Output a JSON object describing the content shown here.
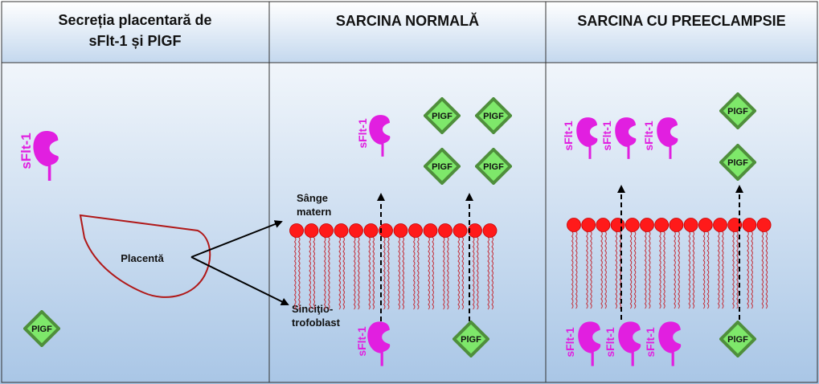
{
  "panels": [
    {
      "title_line1": "Secreția placentară de",
      "title_line2": "sFlt-1 și PlGF"
    },
    {
      "title_line1": "SARCINA NORMALĂ",
      "title_line2": ""
    },
    {
      "title_line1": "SARCINA CU PREECLAMPSIE",
      "title_line2": ""
    }
  ],
  "labels": {
    "sflt": "sFlt-1",
    "plgf": "PlGF",
    "placenta": "Placentă",
    "maternal_blood_line1": "Sânge",
    "maternal_blood_line2": "matern",
    "syncytio_line1": "Sinciţio-",
    "syncytio_line2": "trofoblast"
  },
  "colors": {
    "background_top": "#ffffff",
    "background_bottom": "#a9c6e6",
    "sflt": "#e11fe0",
    "plgf_fill": "#7ee86a",
    "plgf_stroke": "#4f8f3c",
    "membrane_head": "#ff1a1a",
    "membrane_tail": "#c4303a",
    "placenta_outline": "#b01818"
  }
}
